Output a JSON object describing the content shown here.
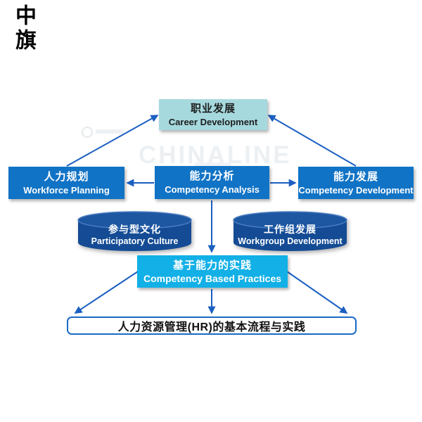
{
  "logo": {
    "text": "中旗"
  },
  "watermark": {
    "brand": "CHINALINE"
  },
  "colors": {
    "primary_blue": "#1173c5",
    "teal": "#a6d9de",
    "cylinder_navy": "#164e96",
    "cylinder_rim": "#4a7cc0",
    "cyan": "#12b0e6",
    "arrow_blue": "#1b5fc1",
    "outline_blue": "#1b6ac6"
  },
  "nodes": {
    "career_development": {
      "zh": "职业发展",
      "en": "Career Development"
    },
    "workforce_planning": {
      "zh": "人力规划",
      "en": "Workforce Planning"
    },
    "competency_analysis": {
      "zh": "能力分析",
      "en": "Competency Analysis"
    },
    "competency_development": {
      "zh": "能力发展",
      "en": "Competency Development"
    },
    "participatory_culture": {
      "zh": "参与型文化",
      "en": "Participatory Culture"
    },
    "workgroup_development": {
      "zh": "工作组发展",
      "en": "Workgroup Development"
    },
    "competency_based_practices": {
      "zh": "基于能力的实践",
      "en": "Competency Based Practices"
    },
    "hr_foundation": {
      "zh": "人力资源管理(HR)的基本流程与实践"
    }
  },
  "edges": [
    {
      "from": "workforce_planning",
      "to": "career_development"
    },
    {
      "from": "competency_development",
      "to": "career_development"
    },
    {
      "from": "competency_analysis",
      "to": "workforce_planning"
    },
    {
      "from": "competency_analysis",
      "to": "competency_development"
    },
    {
      "from": "competency_analysis",
      "to": "competency_based_practices"
    },
    {
      "from": "competency_based_practices",
      "to": "hr_foundation",
      "via": "left"
    },
    {
      "from": "competency_based_practices",
      "to": "hr_foundation",
      "via": "center"
    },
    {
      "from": "competency_based_practices",
      "to": "hr_foundation",
      "via": "right"
    }
  ]
}
